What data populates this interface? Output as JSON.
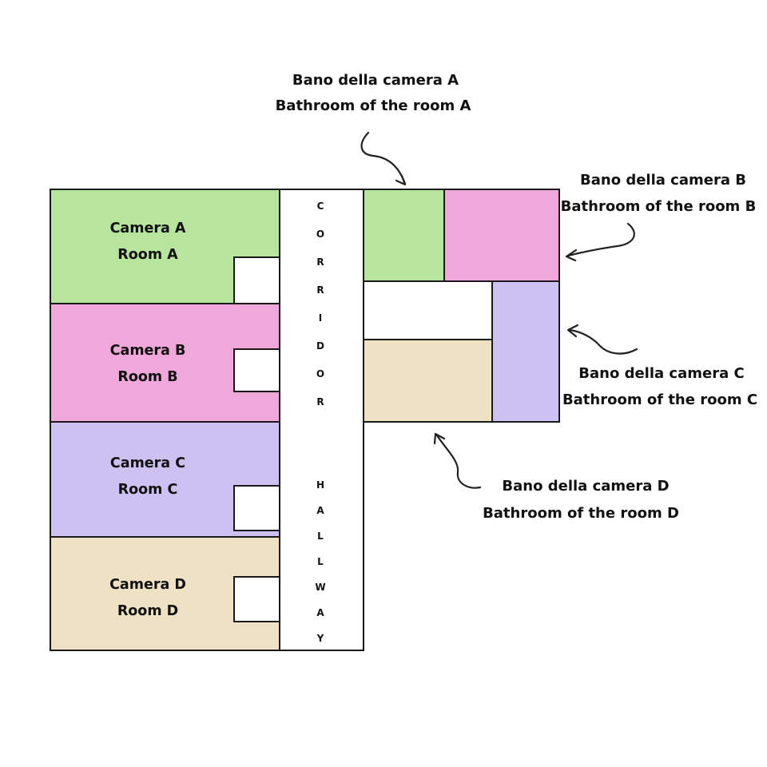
{
  "diagram_type": "floor_plan",
  "colors": {
    "green": "#b7e59d",
    "pink": "#f0a7da",
    "lavender": "#ccc1f1",
    "tan": "#efe1c3",
    "outline": "#1a1a1a",
    "text": "#111111",
    "background": "#ffffff"
  },
  "floor_plan": {
    "rooms": [
      {
        "name": "room-a",
        "line1": "Camera A",
        "line2": "Room A",
        "color": "#b7e59d"
      },
      {
        "name": "room-b",
        "line1": "Camera B",
        "line2": "Room B",
        "color": "#f0a7da"
      },
      {
        "name": "room-c",
        "line1": "Camera C",
        "line2": "Room C",
        "color": "#ccc1f1"
      },
      {
        "name": "room-d",
        "line1": "Camera D",
        "line2": "Room D",
        "color": "#efe1c3"
      }
    ],
    "bathrooms": [
      {
        "name": "bathroom-a",
        "color": "#b7e59d"
      },
      {
        "name": "bathroom-b",
        "color": "#f0a7da"
      },
      {
        "name": "bathroom-c",
        "color": "#ccc1f1"
      },
      {
        "name": "bathroom-d",
        "color": "#efe1c3"
      }
    ],
    "corridor": {
      "letters_top": [
        "C",
        "O",
        "R",
        "R",
        "I",
        "D",
        "O",
        "R"
      ],
      "letters_bottom": [
        "H",
        "A",
        "L",
        "L",
        "W",
        "A",
        "Y"
      ]
    }
  },
  "annotations": [
    {
      "name": "bathroom-a-note",
      "line1": "Bano della camera A",
      "line2": "Bathroom of the room A"
    },
    {
      "name": "bathroom-b-note",
      "line1": "Bano della camera B",
      "line2": "Bathroom of the room B"
    },
    {
      "name": "bathroom-c-note",
      "line1": "Bano della camera C",
      "line2": "Bathroom of the room C"
    },
    {
      "name": "bathroom-d-note",
      "line1": "Bano della camera D",
      "line2": "Bathroom of the room D"
    }
  ]
}
